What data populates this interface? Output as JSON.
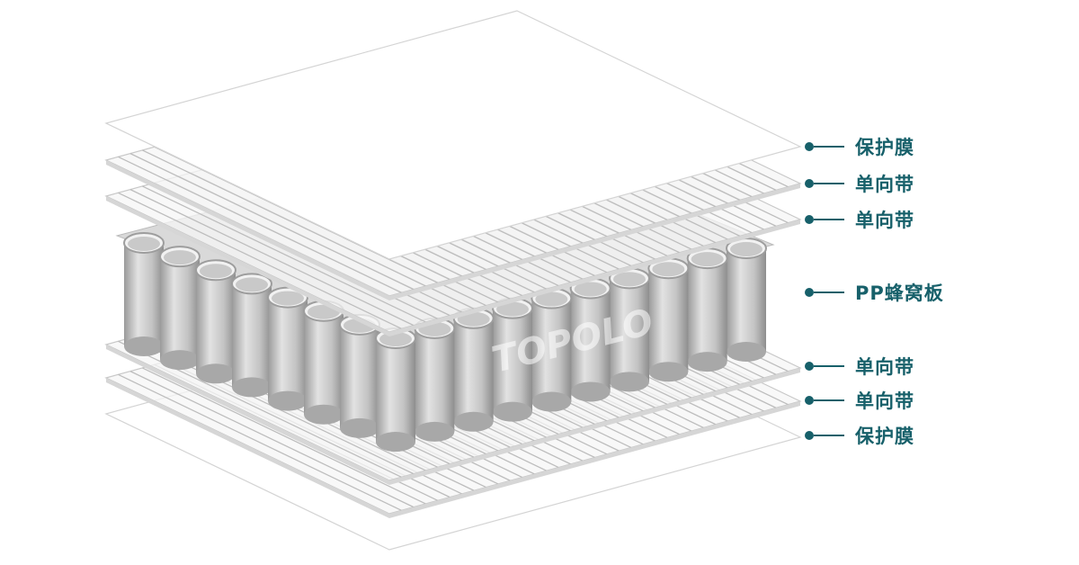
{
  "logo_text": "TOPOLO",
  "colors": {
    "label": "#17606a",
    "film": "#ffffff",
    "layer_edge": "#c8c8c8",
    "cell": "#b8b8b8"
  },
  "labels": [
    {
      "text": "保护膜"
    },
    {
      "text": "单向带"
    },
    {
      "text": "单向带"
    },
    {
      "text": "PP蜂窝板"
    },
    {
      "text": "单向带"
    },
    {
      "text": "单向带"
    },
    {
      "text": "保护膜"
    }
  ]
}
